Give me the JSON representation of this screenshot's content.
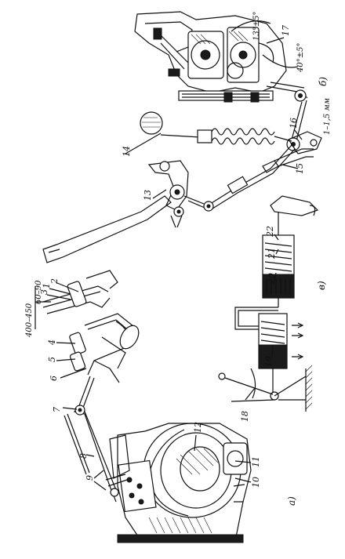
{
  "figure": {
    "callouts": [
      "1",
      "2",
      "3",
      "4",
      "5",
      "6",
      "7",
      "8",
      "9",
      "10",
      "11",
      "12",
      "13",
      "14",
      "15",
      "16",
      "17",
      "18",
      "19",
      "20",
      "21",
      "22"
    ],
    "dimensions": {
      "handle_length": "400–450",
      "handle_offset": "60–90",
      "clearance": "1–1,5 мм",
      "angle_upper": "13°±5°",
      "angle_lower": "40°±5°"
    },
    "subfigure_labels": {
      "a": "а)",
      "b": "б)",
      "v": "в)"
    }
  }
}
